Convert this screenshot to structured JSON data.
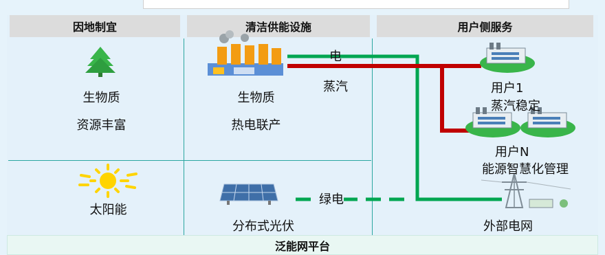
{
  "headers": {
    "col1": "因地制宜",
    "col2": "清洁供能设施",
    "col3": "用户侧服务"
  },
  "resources": {
    "biomass_line1": "生物质",
    "biomass_line2": "资源丰富",
    "solar": "太阳能"
  },
  "facilities": {
    "chp_line1": "生物质",
    "chp_line2": "热电联产",
    "pv": "分布式光伏"
  },
  "flows": {
    "electricity": "电",
    "steam": "蒸汽",
    "green_power": "绿电"
  },
  "users": {
    "user1": "用户1",
    "user1_service": "蒸汽稳定",
    "userN": "用户N",
    "userN_service": "能源智慧化管理",
    "grid": "外部电网"
  },
  "footer": {
    "platform": "泛能网平台"
  },
  "colors": {
    "electric_line": "#00a651",
    "steam_line": "#c00000",
    "divider": "#2aa6a0",
    "header_bg": "#dcdcdc"
  }
}
